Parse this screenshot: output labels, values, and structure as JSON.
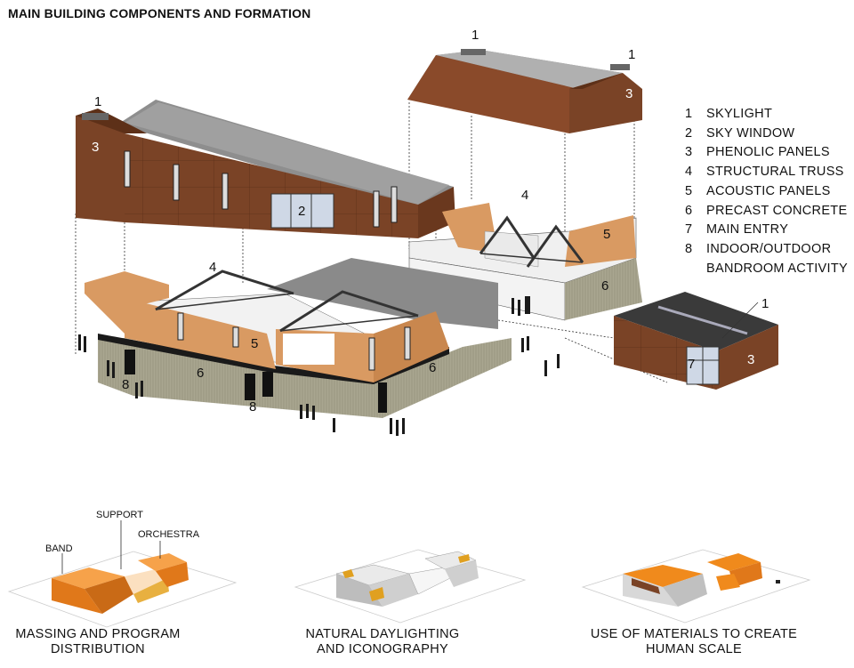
{
  "title": "MAIN BUILDING COMPONENTS AND FORMATION",
  "legend": [
    {
      "n": "1",
      "label": "SKYLIGHT"
    },
    {
      "n": "2",
      "label": "SKY WINDOW"
    },
    {
      "n": "3",
      "label": "PHENOLIC PANELS"
    },
    {
      "n": "4",
      "label": "STRUCTURAL TRUSS"
    },
    {
      "n": "5",
      "label": "ACOUSTIC PANELS"
    },
    {
      "n": "6",
      "label": "PRECAST CONCRETE"
    },
    {
      "n": "7",
      "label": "MAIN ENTRY"
    },
    {
      "n": "8",
      "label": "INDOOR/OUTDOOR BANDROOM ACTIVITY"
    }
  ],
  "callouts": {
    "c1": "1",
    "c2": "2",
    "c3": "3",
    "c4": "4",
    "c5": "5",
    "c6": "6",
    "c7": "7",
    "c8": "8"
  },
  "diagrams": {
    "massing": {
      "caption_line1": "MASSING AND PROGRAM",
      "caption_line2": "DISTRIBUTION",
      "label_band": "BAND",
      "label_support": "SUPPORT",
      "label_orchestra": "ORCHESTRA"
    },
    "daylight": {
      "caption_line1": "NATURAL DAYLIGHTING",
      "caption_line2": "AND ICONOGRAPHY"
    },
    "materials": {
      "caption_line1": "USE OF MATERIALS TO CREATE",
      "caption_line2": "HUMAN SCALE"
    }
  },
  "colors": {
    "phenolic": "#7a4326",
    "roof": "#9a9a9a",
    "acoustic": "#d99a62",
    "concrete": "#a9a690",
    "orange": "#f08a1c"
  }
}
